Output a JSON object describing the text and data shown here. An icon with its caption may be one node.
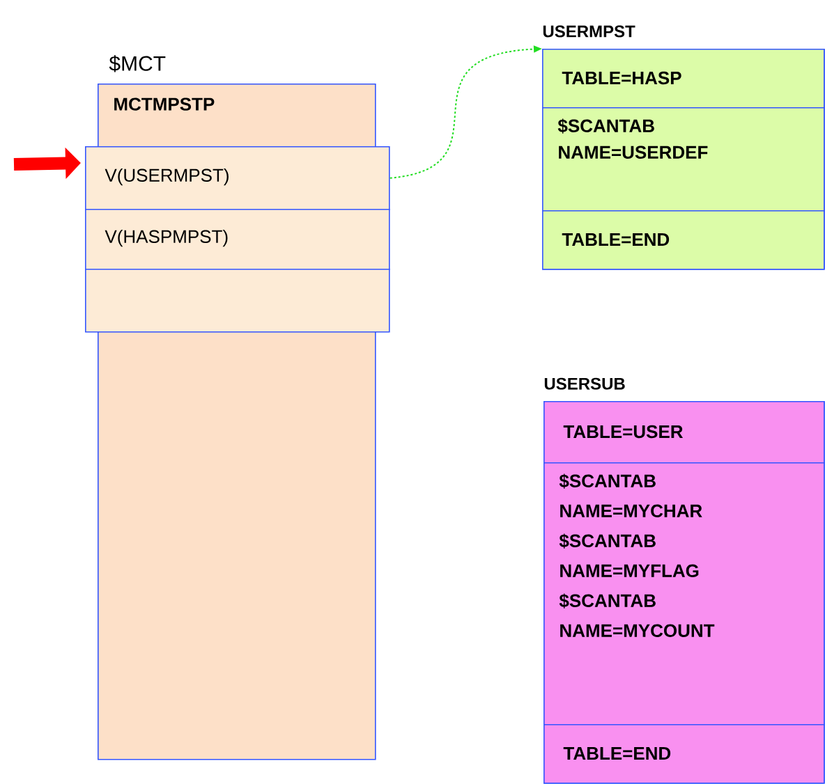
{
  "diagram": {
    "nodes": [
      {
        "text": [
          "$MCT",
          "MCTMPSTP"
        ]
      },
      {
        "text": [
          "V(USERMPST)"
        ]
      },
      {
        "text": [
          "V(HASPMPST)"
        ]
      },
      {
        "text": [],
        "shape": "box"
      },
      {
        "text": [
          "USERMPST"
        ]
      },
      {
        "text": [
          "TABLE=HASP"
        ],
        "in": 4
      },
      {
        "text": [
          "$SCANTAB",
          "NAME=USERDEF"
        ],
        "in": 4
      },
      {
        "text": [
          "TABLE=END"
        ],
        "in": 4
      },
      {
        "text": [
          "USERSUB"
        ]
      },
      {
        "text": [
          "TABLE=USER"
        ],
        "in": 8
      },
      {
        "text": [
          "$SCANTAB",
          "NAME=MYCHAR",
          "$SCANTAB",
          "NAME=MYFLAG",
          "$SCANTAB",
          "NAME=MYCOUNT"
        ],
        "in": 8
      },
      {
        "text": [
          "TABLE=END"
        ],
        "in": 8
      }
    ],
    "edges": [
      {
        "from": null,
        "to": 1,
        "arrow": "to",
        "style": "thick",
        "color": "#ff0000"
      },
      {
        "from": 1,
        "to": 4,
        "arrow": "to",
        "style": "dashed",
        "color": "#22dd22"
      }
    ]
  }
}
